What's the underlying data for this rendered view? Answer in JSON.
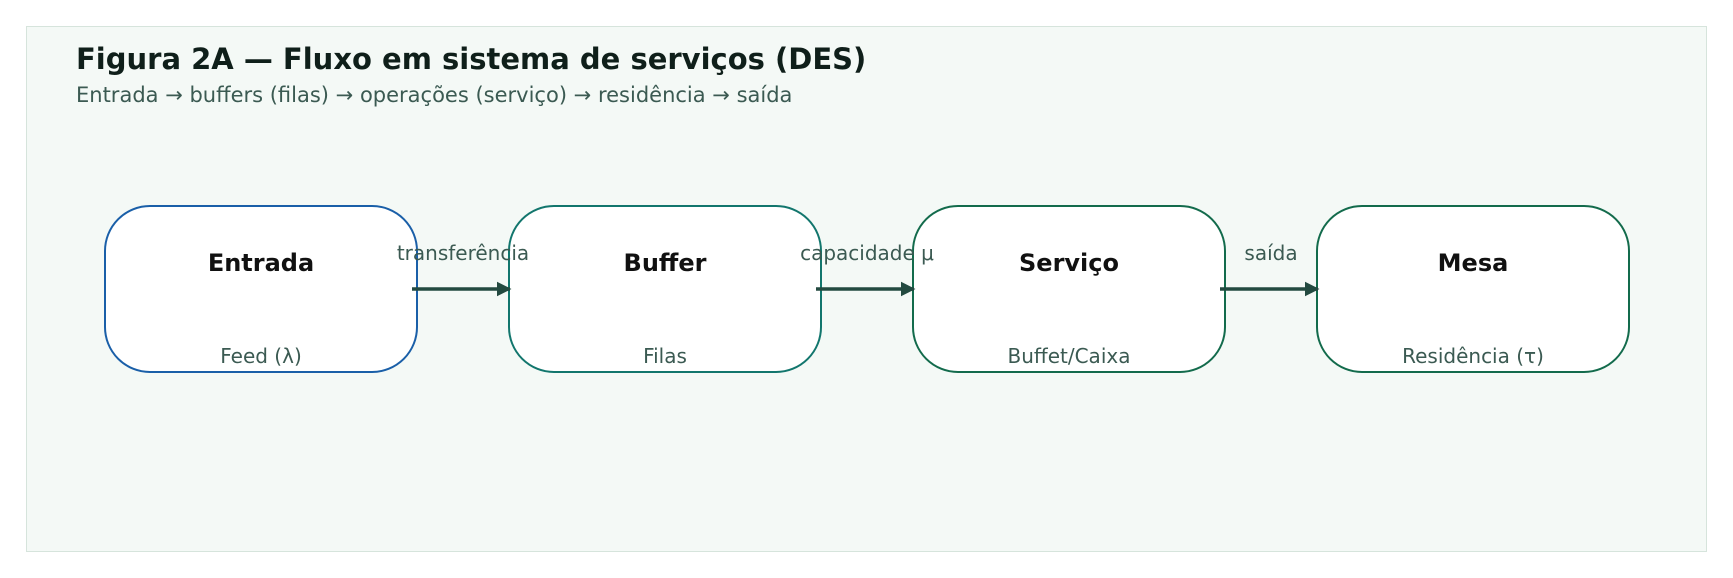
{
  "header": {
    "title": "Figura 2A — Fluxo em sistema de serviços (DES)",
    "subtitle": "Entrada → buffers (filas) → operações (serviço) → residência → saída"
  },
  "nodes": [
    {
      "name": "Entrada",
      "sub": "Feed (λ)",
      "border_color": "#1a5fa8"
    },
    {
      "name": "Buffer",
      "sub": "Filas",
      "border_color": "#12766d"
    },
    {
      "name": "Serviço",
      "sub": "Buffet/Caixa",
      "border_color": "#136b4c"
    },
    {
      "name": "Mesa",
      "sub": "Residência (τ)",
      "border_color": "#136b4c"
    }
  ],
  "edges": [
    {
      "label": "transferência"
    },
    {
      "label": "capacidade μ"
    },
    {
      "label": "saída"
    }
  ],
  "colors": {
    "panel_bg": "#f4f9f6",
    "arrow": "#234a40"
  }
}
